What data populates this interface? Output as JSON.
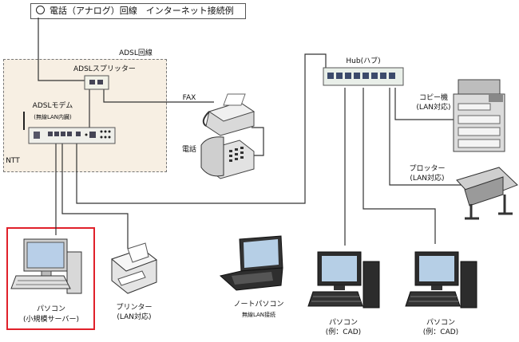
{
  "title": "電話（アナログ）回線　インターネット接続例",
  "adsl_line_label": "ADSL回線",
  "splitter_label": "ADSLスプリッター",
  "modem_label": "ADSLモデム",
  "modem_sublabel": "(無線LAN内臓)",
  "ntt_label": "NTT",
  "fax_label": "FAX",
  "phone_label": "電話",
  "hub_label": "Hub(ハブ)",
  "copier_label": "コピー機",
  "copier_sublabel": "(LAN対応)",
  "plotter_label": "プロッター",
  "plotter_sublabel": "(LAN対応)",
  "server_label": "パソコン",
  "server_sublabel": "(小規模サーバー)",
  "printer_label": "プリンター",
  "printer_sublabel": "(LAN対応)",
  "notebook_label": "ノートパソコン",
  "notebook_sublabel": "無線LAN接続",
  "pc1_label": "パソコン",
  "pc1_sublabel": "(例：CAD)",
  "pc2_label": "パソコン",
  "pc2_sublabel": "(例：CAD)"
}
